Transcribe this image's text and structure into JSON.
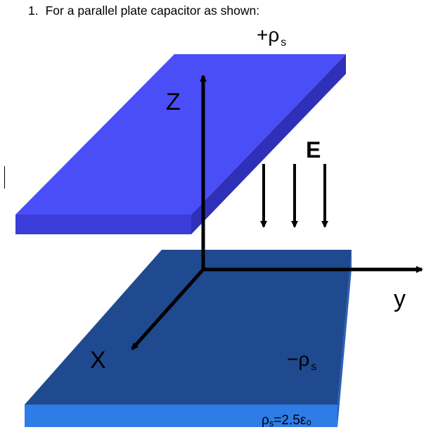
{
  "problem": {
    "number": "1.",
    "text": "For a parallel plate capacitor as shown:"
  },
  "labels": {
    "top_plate_symbol": "+ρ",
    "top_plate_sub": "s",
    "bottom_plate_symbol": "−ρ",
    "bottom_plate_sub": "s",
    "z_axis": "Z",
    "y_axis": "y",
    "x_axis": "X",
    "field": "E",
    "given_symbol": "ρ",
    "given_sub": "s",
    "given_value": "=2.5ε₀"
  },
  "colors": {
    "top_plate_face": "#4a4ef7",
    "top_plate_front": "#3a3dd9",
    "top_plate_side": "#2e31b8",
    "bottom_plate_face": "#1f4a8f",
    "bottom_plate_front": "#2e7ce6",
    "bottom_plate_side": "#2a5fb8",
    "axes": "#000000"
  }
}
